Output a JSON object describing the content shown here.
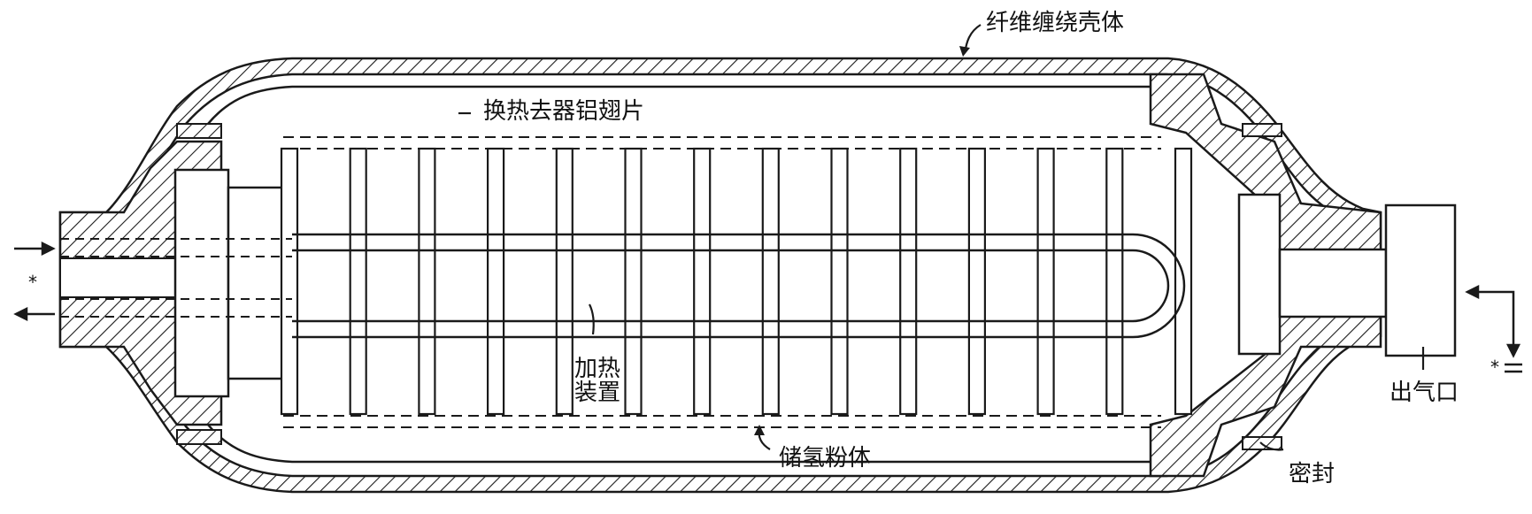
{
  "labels": {
    "shell": "纤维缠绕壳体",
    "fins": "换热去器铝翅片",
    "heater_line1": "加热",
    "heater_line2": "装置",
    "powder": "储氢粉体",
    "outlet": "出气口",
    "seal": "密封",
    "left_mark": "*",
    "right_mark": "*"
  },
  "colors": {
    "line": "#1a1a1a",
    "background": "#ffffff"
  },
  "fins": {
    "count": 14
  }
}
